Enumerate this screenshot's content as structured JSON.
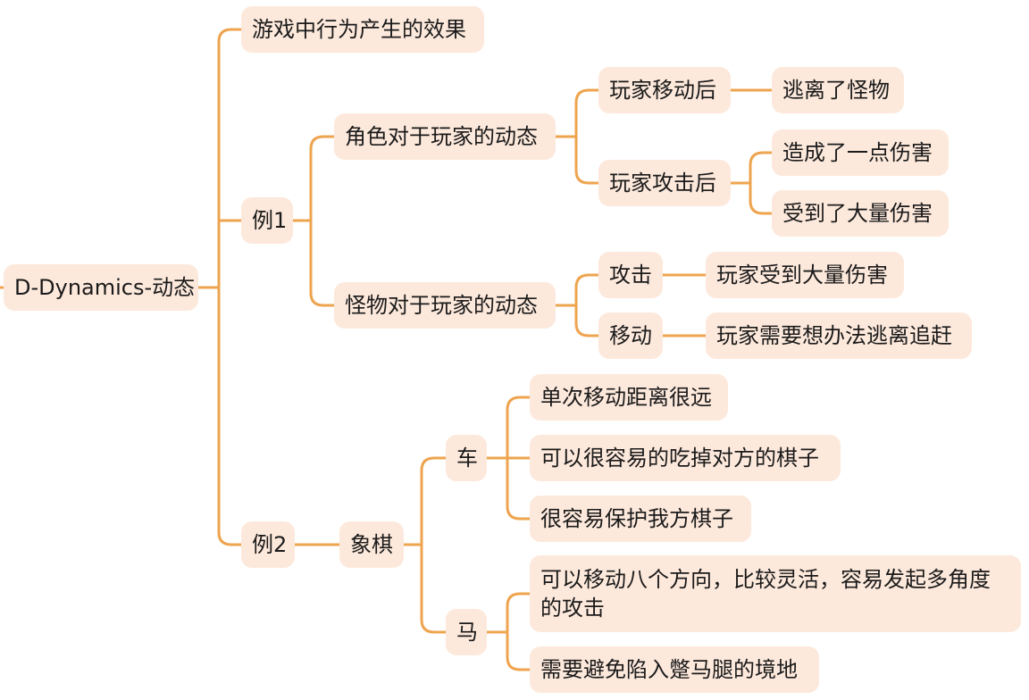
{
  "mindmap": {
    "root": "D-Dynamics-动态",
    "effect": "游戏中行为产生的效果",
    "example1": {
      "label": "例1",
      "role": {
        "label": "角色对于玩家的动态",
        "after_move": {
          "label": "玩家移动后",
          "result": "逃离了怪物"
        },
        "after_attack": {
          "label": "玩家攻击后",
          "result1": "造成了一点伤害",
          "result2": "受到了大量伤害"
        }
      },
      "monster": {
        "label": "怪物对于玩家的动态",
        "attack": {
          "label": "攻击",
          "result": "玩家受到大量伤害"
        },
        "move": {
          "label": "移动",
          "result": "玩家需要想办法逃离追赶"
        }
      }
    },
    "example2": {
      "label": "例2",
      "chess": {
        "label": "象棋",
        "chariot": {
          "label": "车",
          "items": [
            "单次移动距离很远",
            "可以很容易的吃掉对方的棋子",
            "很容易保护我方棋子"
          ]
        },
        "horse": {
          "label": "马",
          "items": [
            "可以移动八个方向，比较灵活，容易发起多角度的攻击",
            "需要避免陷入蹩马腿的境地"
          ]
        }
      }
    }
  }
}
